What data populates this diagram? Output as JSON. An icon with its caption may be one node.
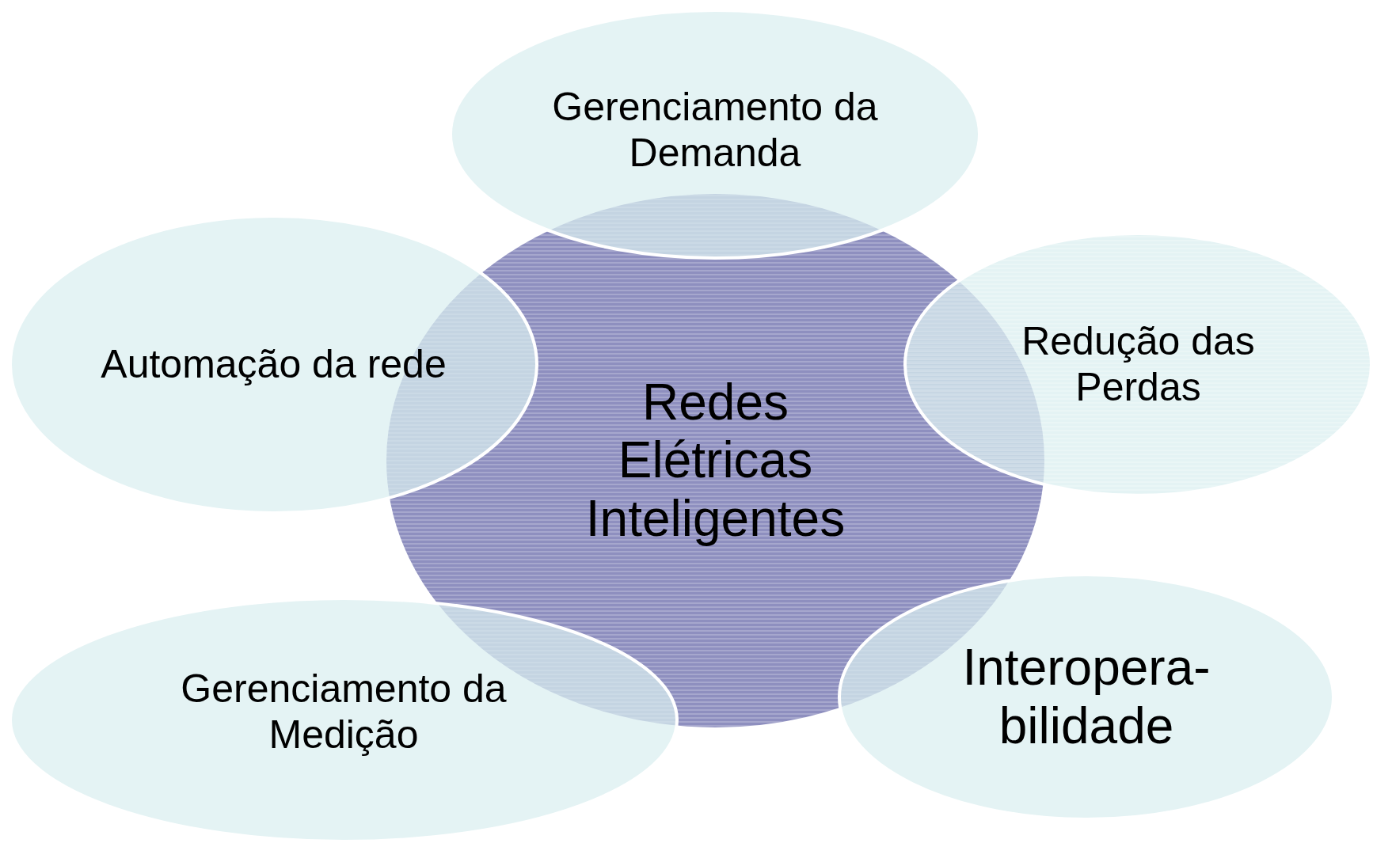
{
  "diagram": {
    "nodes": [
      {
        "text": [
          "Gerenciamento da Demanda"
        ]
      },
      {
        "text": [
          "Automação da rede"
        ]
      },
      {
        "text": [
          "Redução das Perdas"
        ]
      },
      {
        "text": [
          "Redes Elétricas Inteligentes"
        ]
      },
      {
        "text": [
          "Gerenciamento da Medição"
        ]
      },
      {
        "text": [
          "Interopera- bilidade"
        ]
      }
    ]
  }
}
